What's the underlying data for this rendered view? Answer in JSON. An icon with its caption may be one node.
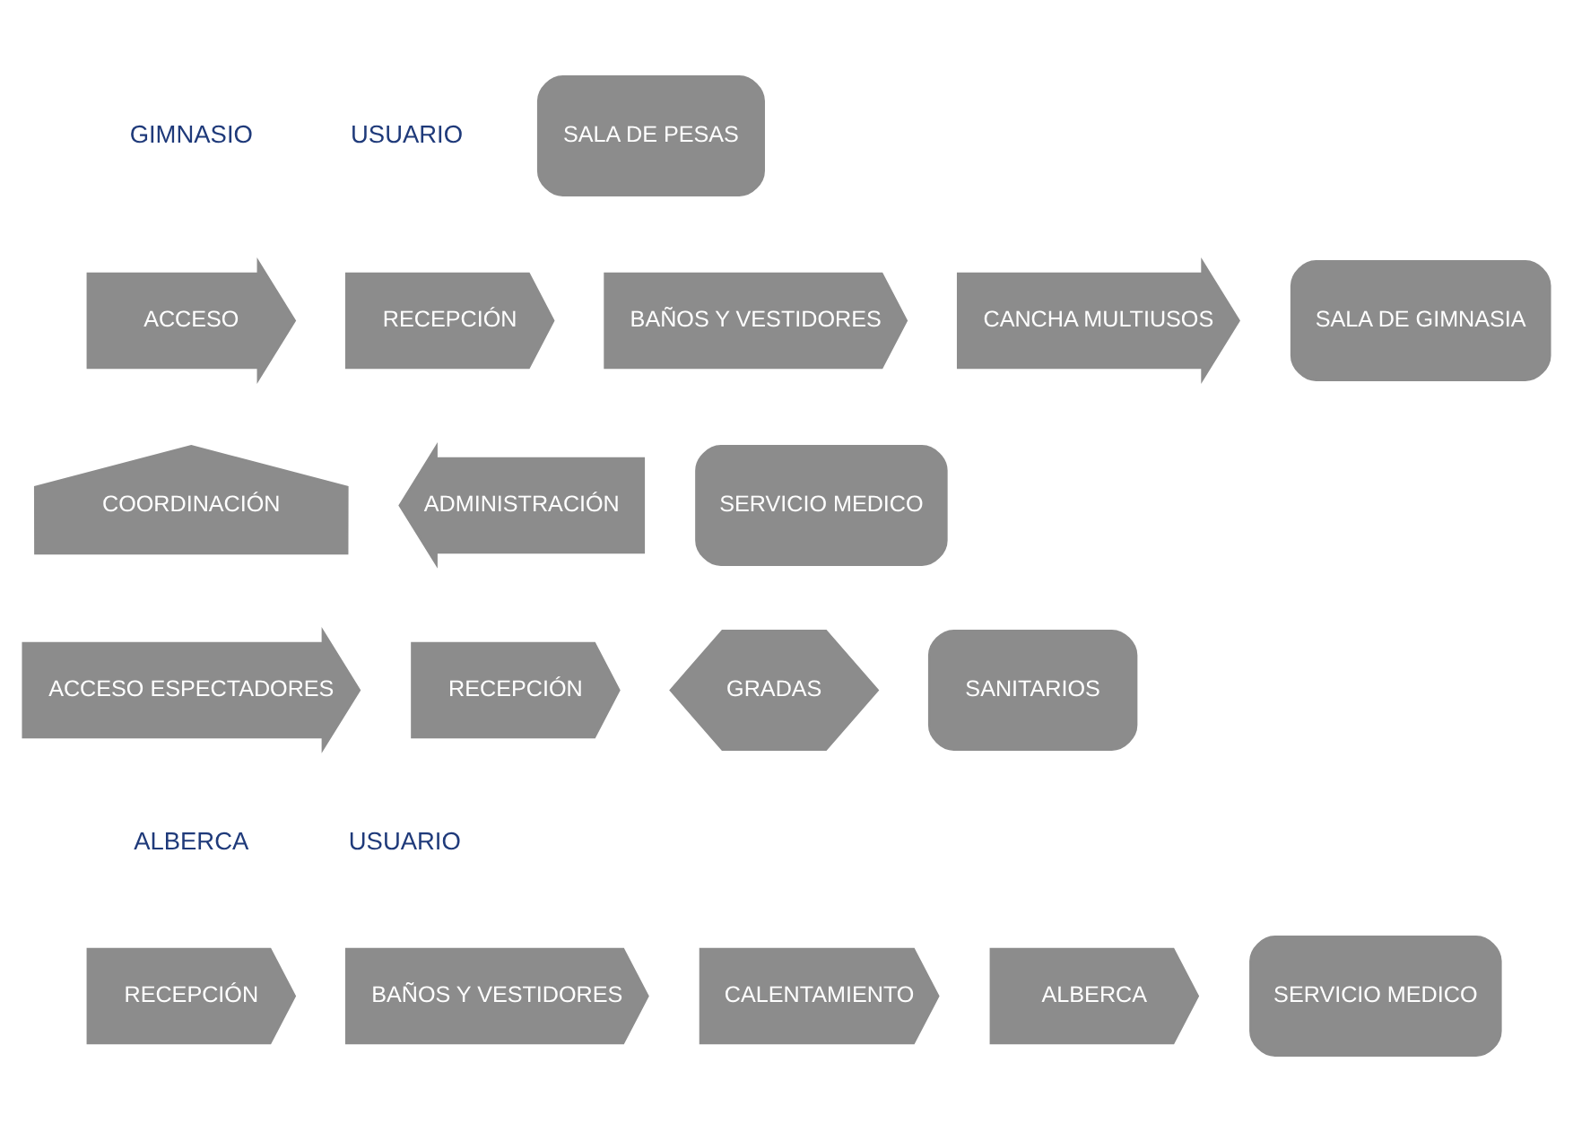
{
  "diagram": {
    "nodes": [
      {
        "text": [
          "SALA DE PESAS"
        ]
      },
      {
        "text": [
          "ACCESO"
        ]
      },
      {
        "text": [
          "RECEPCIÓN"
        ]
      },
      {
        "text": [
          "BAÑOS Y VESTIDORES"
        ]
      },
      {
        "text": [
          "CANCHA MULTIUSOS"
        ]
      },
      {
        "text": [
          "SALA DE GIMNASIA"
        ]
      },
      {
        "text": [
          "COORDINACIÓN"
        ]
      },
      {
        "text": [
          "ADMINISTRACIÓN"
        ]
      },
      {
        "text": [
          "SERVICIO MEDICO"
        ]
      },
      {
        "text": [
          "ACCESO ESPECTADORES"
        ]
      },
      {
        "text": [
          "RECEPCIÓN"
        ]
      },
      {
        "text": [
          "GRADAS"
        ]
      },
      {
        "text": [
          "SANITARIOS"
        ]
      },
      {
        "text": [
          "RECEPCIÓN"
        ]
      },
      {
        "text": [
          "BAÑOS Y VESTIDORES"
        ]
      },
      {
        "text": [
          "CALENTAMIENTO"
        ]
      },
      {
        "text": [
          "ALBERCA"
        ]
      },
      {
        "text": [
          "SERVICIO MEDICO"
        ]
      }
    ],
    "labels": [
      "GIMNASIO",
      "USUARIO",
      "ALBERCA",
      "USUARIO"
    ]
  }
}
